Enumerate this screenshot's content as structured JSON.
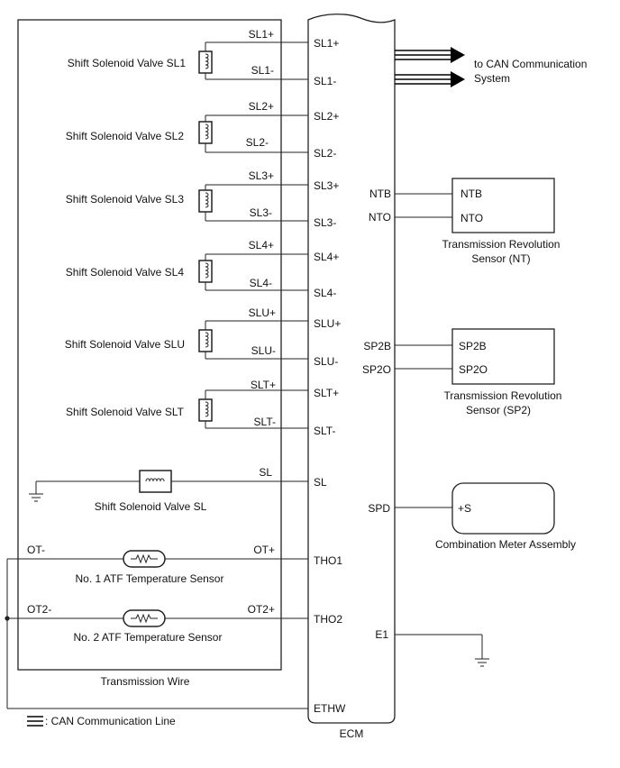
{
  "ecm_label": "ECM",
  "wire_harness_label": "Transmission Wire",
  "legend_text": ": CAN Communication Line",
  "can_target_line1": "to CAN Communication",
  "can_target_line2": "System",
  "solenoids": [
    {
      "name": "Shift Solenoid Valve SL1",
      "pos_wire": "SL1+",
      "neg_wire": "SL1-",
      "pos_pin": "SL1+",
      "neg_pin": "SL1-"
    },
    {
      "name": "Shift Solenoid Valve SL2",
      "pos_wire": "SL2+",
      "neg_wire": "SL2-",
      "pos_pin": "SL2+",
      "neg_pin": "SL2-"
    },
    {
      "name": "Shift Solenoid Valve SL3",
      "pos_wire": "SL3+",
      "neg_wire": "SL3-",
      "pos_pin": "SL3+",
      "neg_pin": "SL3-"
    },
    {
      "name": "Shift Solenoid Valve SL4",
      "pos_wire": "SL4+",
      "neg_wire": "SL4-",
      "pos_pin": "SL4+",
      "neg_pin": "SL4-"
    },
    {
      "name": "Shift Solenoid Valve SLU",
      "pos_wire": "SLU+",
      "neg_wire": "SLU-",
      "pos_pin": "SLU+",
      "neg_pin": "SLU-"
    },
    {
      "name": "Shift Solenoid Valve SLT",
      "pos_wire": "SLT+",
      "neg_wire": "SLT-",
      "pos_pin": "SLT+",
      "neg_pin": "SLT-"
    }
  ],
  "sl_valve": {
    "name": "Shift Solenoid Valve SL",
    "wire": "SL",
    "pin": "SL"
  },
  "atf1": {
    "name": "No. 1 ATF Temperature Sensor",
    "neg_wire": "OT-",
    "pos_wire": "OT+",
    "pin": "THO1"
  },
  "atf2": {
    "name": "No. 2 ATF Temperature Sensor",
    "neg_wire": "OT2-",
    "pos_wire": "OT2+",
    "pin": "THO2"
  },
  "ethw_pin": "ETHW",
  "nt_sensor": {
    "pin_a": "NTB",
    "pin_b": "NTO",
    "term_a": "NTB",
    "term_b": "NTO",
    "name_line1": "Transmission Revolution",
    "name_line2": "Sensor (NT)"
  },
  "sp2_sensor": {
    "pin_a": "SP2B",
    "pin_b": "SP2O",
    "term_a": "SP2B",
    "term_b": "SP2O",
    "name_line1": "Transmission Revolution",
    "name_line2": "Sensor (SP2)"
  },
  "meter": {
    "pin": "SPD",
    "term": "+S",
    "name": "Combination Meter Assembly"
  },
  "ground_pin": "E1"
}
